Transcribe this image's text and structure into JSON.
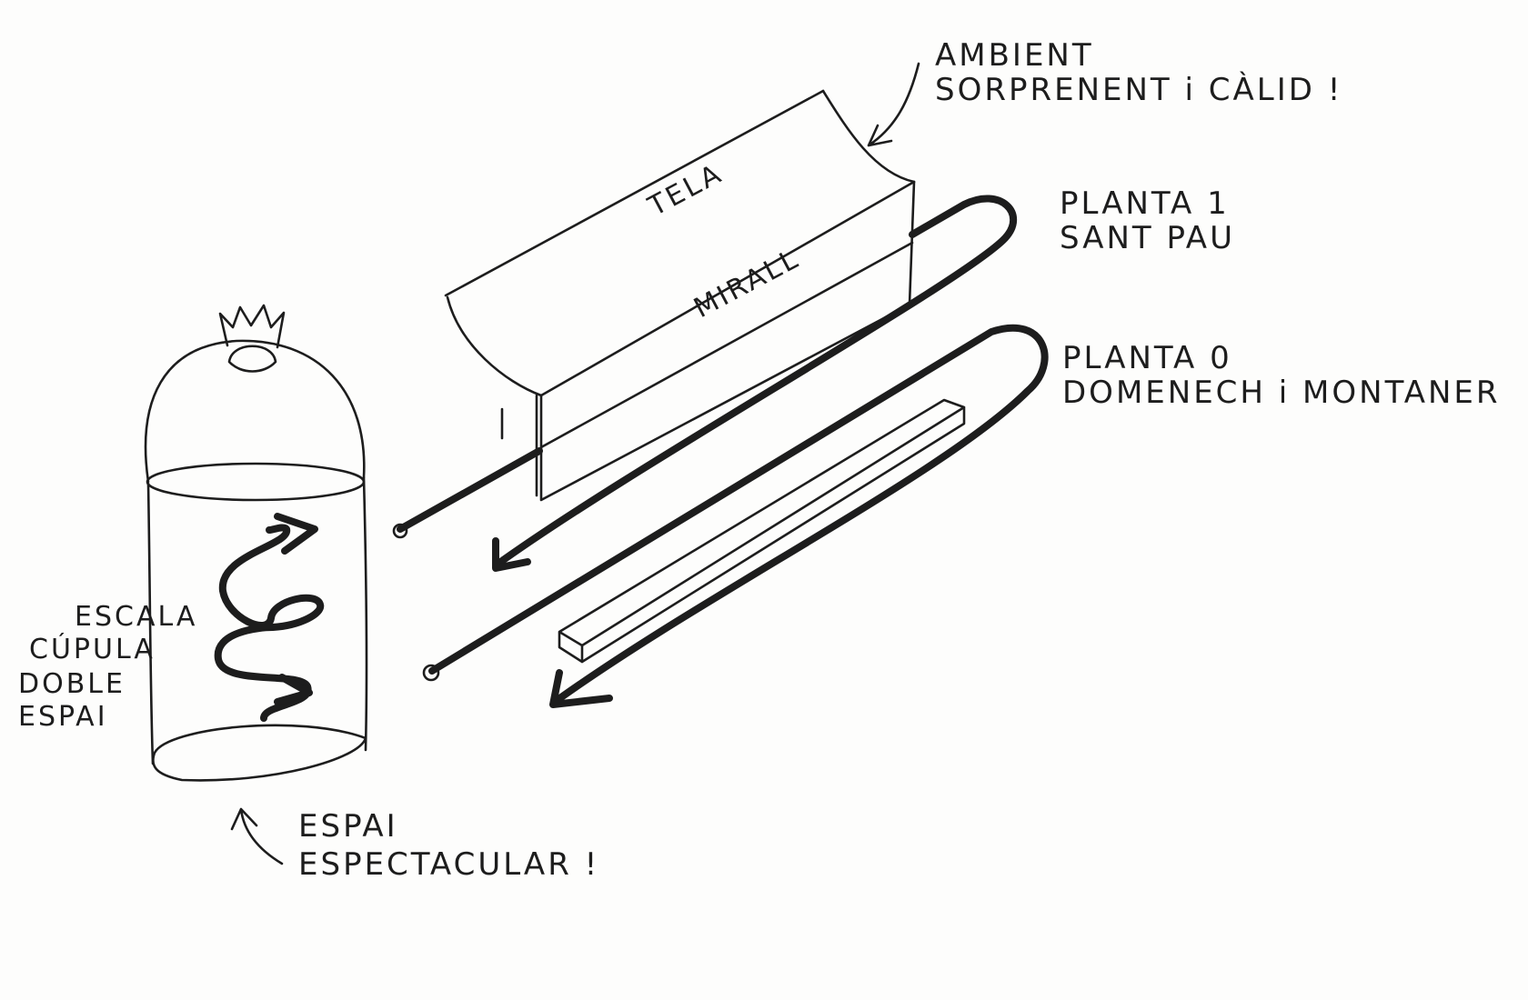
{
  "labels": {
    "ambient_line1": "AMBIENT",
    "ambient_line2": "SORPRENENT i CÀLID !",
    "tela": "TELA",
    "mirall": "MIRALL",
    "planta1_line1": "PLANTA 1",
    "planta1_line2": "SANT PAU",
    "planta0_line1": "PLANTA 0",
    "planta0_line2": "DOMENECH i MONTANER",
    "escala_line1": "ESCALA",
    "escala_line2": "CÚPULA",
    "escala_line3": "DOBLE",
    "escala_line4": "ESPAI",
    "espai_line1": "ESPAI",
    "espai_line2": "ESPECTACULAR !"
  }
}
